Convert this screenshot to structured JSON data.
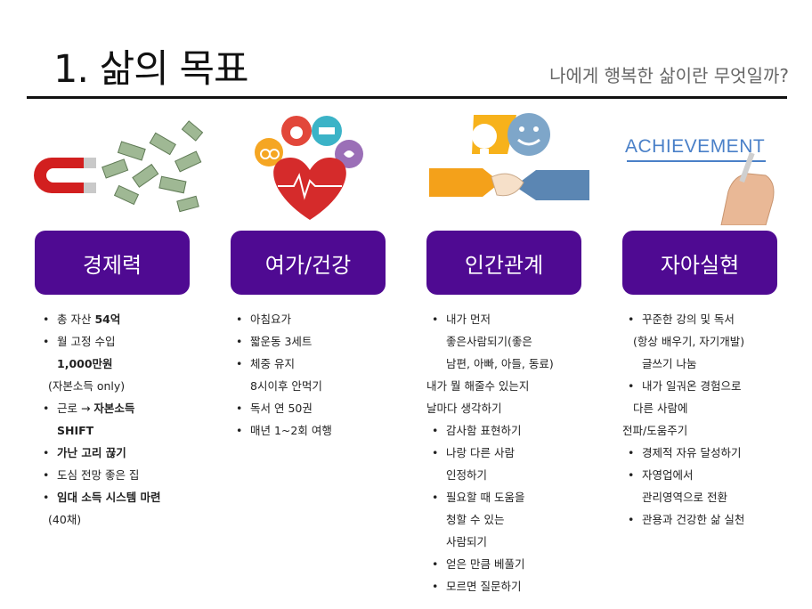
{
  "header": {
    "title": "1. 삶의 목표",
    "subtitle": "나에게 행복한 삶이란 무엇일까?"
  },
  "columns": [
    {
      "heading": "경제력",
      "lines": [
        {
          "t": "총 자산 ",
          "bold": "54억",
          "k": "b"
        },
        {
          "t": "월 고정 수입",
          "k": "b"
        },
        {
          "bold": "1,000만원",
          "k": "c1"
        },
        {
          "t": "(자본소득 only)",
          "k": "c2"
        },
        {
          "t": "근로 → ",
          "bold": "자본소득",
          "k": "b"
        },
        {
          "bold": "SHIFT",
          "k": "c1"
        },
        {
          "bold": "가난 고리 끊기",
          "k": "b"
        },
        {
          "t": "도심 전망 좋은 집",
          "k": "b"
        },
        {
          "bold": "임대 소득 시스템 마련",
          "k": "b"
        },
        {
          "t": "(40채)",
          "k": "c2"
        }
      ]
    },
    {
      "heading": "여가/건강",
      "lines": [
        {
          "t": "아침요가",
          "k": "b"
        },
        {
          "t": "짧운동 3세트",
          "k": "b"
        },
        {
          "t": "체중 유지",
          "k": "b"
        },
        {
          "t": "8시이후 안먹기",
          "k": "c1"
        },
        {
          "t": "독서 연 50권",
          "k": "b"
        },
        {
          "t": "매년 1~2회 여행",
          "k": "b"
        }
      ]
    },
    {
      "heading": "인간관계",
      "lines": [
        {
          "t": "내가 먼저",
          "k": "b"
        },
        {
          "t": "좋은사람되기(좋은",
          "k": "c1"
        },
        {
          "t": "남편, 아빠, 아들, 동료)",
          "k": "c1"
        },
        {
          "t": "내가 뭘 해줄수 있는지",
          "k": "c3"
        },
        {
          "t": "날마다 생각하기",
          "k": "c3"
        },
        {
          "t": "감사함 표현하기",
          "k": "b"
        },
        {
          "t": "나랑 다른 사람",
          "k": "b"
        },
        {
          "t": "인정하기",
          "k": "c1"
        },
        {
          "t": "필요할 때 도움을",
          "k": "b"
        },
        {
          "t": "청할 수 있는",
          "k": "c1"
        },
        {
          "t": "사람되기",
          "k": "c1"
        },
        {
          "t": "얻은 만큼 베풀기",
          "k": "b"
        },
        {
          "t": "모르면 질문하기",
          "k": "b"
        }
      ]
    },
    {
      "heading": "자아실현",
      "lines": [
        {
          "t": "꾸준한 강의 및 독서",
          "k": "b"
        },
        {
          "t": "(항상 배우기, 자기개발)",
          "k": "c2"
        },
        {
          "t": "글쓰기 나눔",
          "k": "c1"
        },
        {
          "t": "내가 일궈온 경험으로",
          "k": "b"
        },
        {
          "t": "다른 사람에",
          "k": "c2"
        },
        {
          "t": "전파/도움주기",
          "k": "c3"
        },
        {
          "t": "경제적 자유 달성하기",
          "k": "b"
        },
        {
          "t": "자영업에서",
          "k": "b"
        },
        {
          "t": "관리영역으로 전환",
          "k": "c1"
        },
        {
          "t": "관용과 건강한 삶 실천",
          "k": "b"
        }
      ]
    }
  ],
  "images": {
    "achievement_word": "ACHIEVEMENT"
  },
  "colors": {
    "heading_box": "#4f0a92",
    "rule": "#111111"
  },
  "icons": [
    "magnet-money-icon",
    "health-leisure-icon",
    "handshake-icon",
    "achievement-hand-icon"
  ]
}
